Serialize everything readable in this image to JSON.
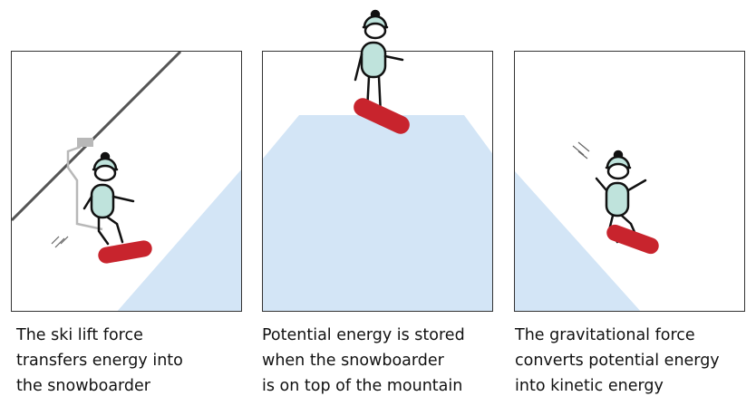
{
  "colors": {
    "slope": "#d3e5f6",
    "board": "#c8242d",
    "clothing": "#bfe3dc",
    "outline": "#111111",
    "cable": "#555555",
    "chair": "#b8b8b8",
    "frame": "#333333"
  },
  "panels": [
    {
      "caption_lines": [
        "The ski lift force",
        "transfers energy into",
        "the snowboarder"
      ]
    },
    {
      "caption_lines": [
        "Potential energy is stored",
        "when the snowboarder",
        "is on top of the mountain"
      ]
    },
    {
      "caption_lines": [
        "The gravitational force",
        "converts potential energy",
        "into kinetic energy"
      ]
    }
  ]
}
